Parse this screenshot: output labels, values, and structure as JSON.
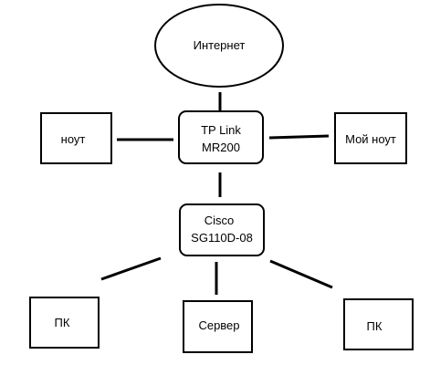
{
  "diagram": {
    "nodes": {
      "internet": {
        "label": "Интернет"
      },
      "router": {
        "line1": "TP Link",
        "line2": "MR200"
      },
      "switch": {
        "line1": "Cisco",
        "line2": "SG110D-08"
      },
      "laptop_left": {
        "label": "ноут"
      },
      "laptop_right": {
        "label": "Мой ноут"
      },
      "pc_left": {
        "label": "ПК"
      },
      "server": {
        "label": "Сервер"
      },
      "pc_right": {
        "label": "ПК"
      }
    }
  },
  "colors": {
    "stroke": "#000000",
    "fill": "#ffffff",
    "text": "#000000"
  }
}
